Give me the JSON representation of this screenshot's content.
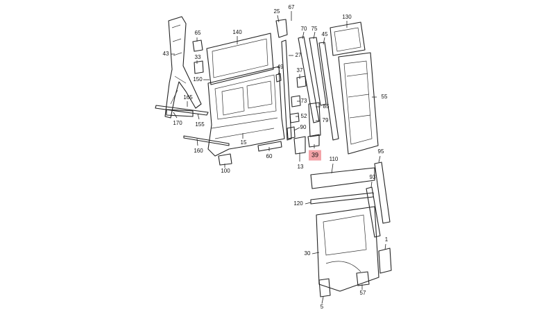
{
  "highlight_color": "#f3a3a8",
  "callouts": [
    "25",
    "67",
    "130",
    "65",
    "140",
    "70",
    "75",
    "45",
    "43",
    "33",
    "27",
    "49",
    "37",
    "150",
    "73",
    "165",
    "85",
    "55",
    "52",
    "79",
    "170",
    "155",
    "90",
    "15",
    "160",
    "60",
    "13",
    "39",
    "110",
    "95",
    "100",
    "93",
    "120",
    "1",
    "30",
    "57",
    "5"
  ],
  "highlighted": "39"
}
